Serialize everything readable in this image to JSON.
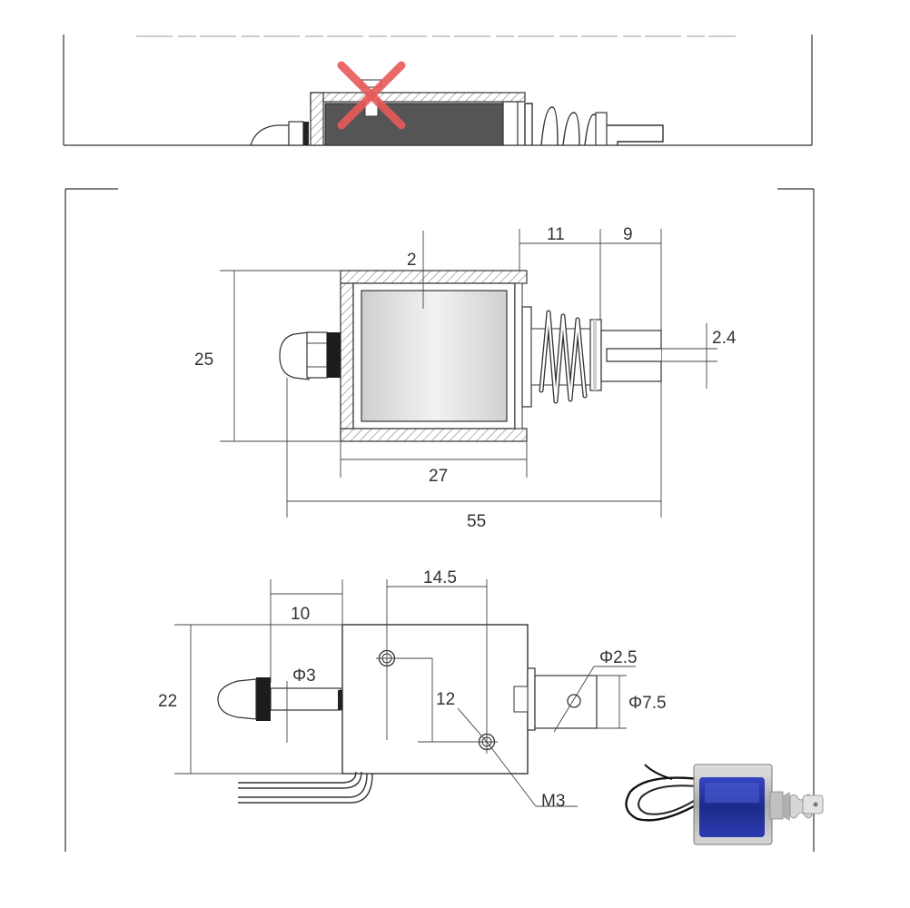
{
  "colors": {
    "line": "#333333",
    "hatch": "#888888",
    "coil_gray": "#d9d9d9",
    "cross_red": "#e85a5a",
    "photo_blue": "#2a3aa8"
  },
  "icons": {
    "cross": "cross-mark-icon",
    "photo": "solenoid-photo"
  },
  "side_view": {
    "dim_wall": "2",
    "dim_spring": "11",
    "dim_shaft_end": "9",
    "dim_slot": "2.4",
    "dim_height": "25",
    "dim_body_length": "27",
    "dim_total_length": "55"
  },
  "top_view": {
    "dim_hole_spacing": "14.5",
    "dim_offset": "10",
    "dim_width": "22",
    "dim_pin_dia": "Φ3",
    "dim_hole_vertical": "12",
    "dim_thread": "M3",
    "dim_small_hole": "Φ2.5",
    "dim_plunger_dia": "Φ7.5"
  }
}
